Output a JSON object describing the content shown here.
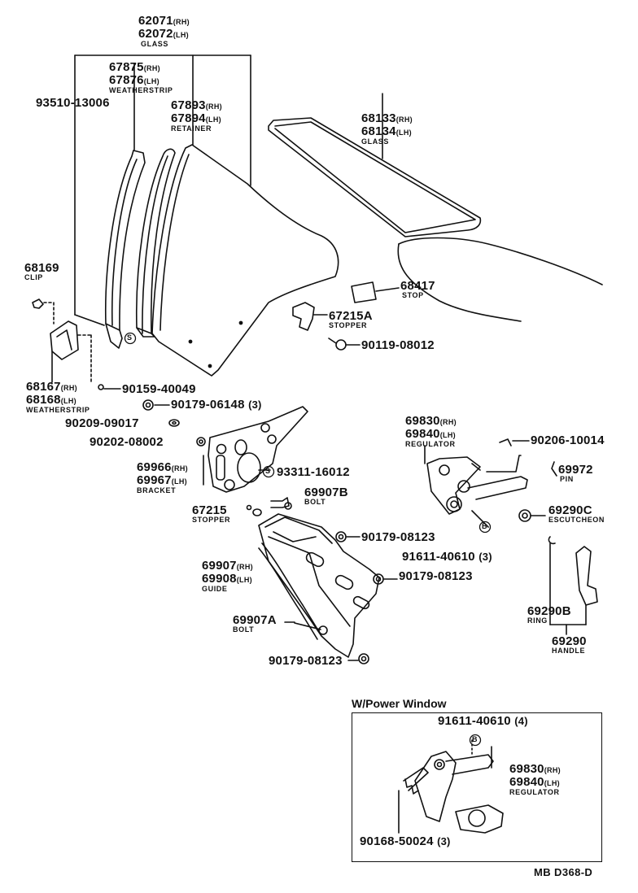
{
  "diagram": {
    "code": "MB D368-D",
    "inset_title": "W/Power Window",
    "callouts": {
      "glass_front": {
        "pn_rh": "62071",
        "pn_lh": "62072",
        "side_rh": "(RH)",
        "side_lh": "(LH)",
        "desc": "GLASS"
      },
      "weatherstrip_front": {
        "pn_rh": "67875",
        "pn_lh": "67876",
        "side_rh": "(RH)",
        "side_lh": "(LH)",
        "desc": "WEATHERSTRIP"
      },
      "screw_93510": {
        "pn": "93510-13006"
      },
      "retainer": {
        "pn_rh": "67893",
        "pn_lh": "67894",
        "side_rh": "(RH)",
        "side_lh": "(LH)",
        "desc": "RETAINER"
      },
      "glass_rear": {
        "pn_rh": "68133",
        "pn_lh": "68134",
        "side_rh": "(RH)",
        "side_lh": "(LH)",
        "desc": "GLASS"
      },
      "clip": {
        "pn": "68169",
        "desc": "CLIP"
      },
      "stop": {
        "pn": "68417",
        "desc": "STOP"
      },
      "stopper_upper": {
        "pn": "67215A",
        "desc": "STOPPER"
      },
      "bolt_90119": {
        "pn": "90119-08012"
      },
      "weatherstrip_rear": {
        "pn_rh": "68167",
        "pn_lh": "68168",
        "side_rh": "(RH)",
        "side_lh": "(LH)",
        "desc": "WEATHERSTRIP"
      },
      "screw_90159": {
        "pn": "90159-40049"
      },
      "nut_90179_top": {
        "pn": "90179-06148",
        "qty": "(3)"
      },
      "washer_90209": {
        "pn": "90209-09017"
      },
      "washer_90202": {
        "pn": "90202-08002"
      },
      "bracket": {
        "pn_rh": "69966",
        "pn_lh": "69967",
        "side_rh": "(RH)",
        "side_lh": "(LH)",
        "desc": "BRACKET"
      },
      "screw_93311": {
        "pn": "93311-16012"
      },
      "stopper_lower": {
        "pn": "67215",
        "desc": "STOPPER"
      },
      "bolt_69907B": {
        "pn": "69907B",
        "desc": "BOLT"
      },
      "nut_90179_a": {
        "pn": "90179-08123"
      },
      "guide": {
        "pn_rh": "69907",
        "pn_lh": "69908",
        "side_rh": "(RH)",
        "side_lh": "(LH)",
        "desc": "GUIDE"
      },
      "nut_90179_b": {
        "pn": "90179-08123"
      },
      "bolt_69907A": {
        "pn": "69907A",
        "desc": "BOLT"
      },
      "nut_90179_c": {
        "pn": "90179-08123"
      },
      "regulator": {
        "pn_rh": "69830",
        "pn_lh": "69840",
        "side_rh": "(RH)",
        "side_lh": "(LH)",
        "desc": "REGULATOR"
      },
      "clip_90206": {
        "pn": "90206-10014"
      },
      "pin": {
        "pn": "69972",
        "desc": "PIN"
      },
      "escutcheon": {
        "pn": "69290C",
        "desc": "ESCUTCHEON"
      },
      "rivet_91611": {
        "pn": "91611-40610",
        "qty": "(3)"
      },
      "ring": {
        "pn": "69290B",
        "desc": "RING"
      },
      "handle": {
        "pn": "69290",
        "desc": "HANDLE"
      },
      "pw_rivet": {
        "pn": "91611-40610",
        "qty": "(4)"
      },
      "pw_regulator": {
        "pn_rh": "69830",
        "pn_lh": "69840",
        "side_rh": "(RH)",
        "side_lh": "(LH)",
        "desc": "REGULATOR"
      },
      "pw_screw": {
        "pn": "90168-50024",
        "qty": "(3)"
      }
    },
    "symbols": {
      "s_mark": "S",
      "b_mark": "B"
    }
  }
}
